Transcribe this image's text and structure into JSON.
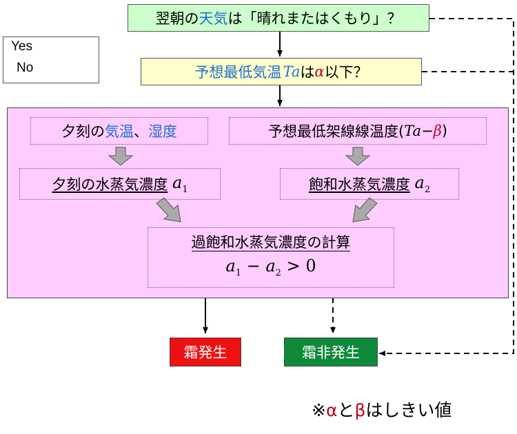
{
  "q1": {
    "prefix": "翌朝の",
    "keyword": "天気",
    "suffix": "は「晴れまたはくもり」？"
  },
  "legend": {
    "yes": "Yes",
    "no": "No"
  },
  "q2": {
    "keyword": "予想最低気温",
    "var": "Ta",
    "mid": "は",
    "alpha": "α",
    "suffix": " 以下？"
  },
  "input_left": {
    "prefix": "夕刻の",
    "w1": "気温",
    "sep": "、",
    "w2": "湿度"
  },
  "input_right": {
    "prefix": "予想最低架線線温度(",
    "var": "Ta",
    "minus": " − ",
    "beta": "β",
    "close": ")"
  },
  "calc_a1": {
    "label": "夕刻の水蒸気濃度",
    "sym": "a",
    "sub": "1"
  },
  "calc_a2": {
    "label": "飽和水蒸気濃度",
    "sym": "a",
    "sub": "2"
  },
  "supersat": {
    "title": "過飽和水蒸気濃度の計算",
    "a": "a",
    "s1": "1",
    "minus": "−",
    "s2": "2",
    "gt": "> 0"
  },
  "outcome_frost": "霜発生",
  "outcome_nofrost": "霜非発生",
  "footnote": {
    "mark": "※",
    "alpha": "α",
    "and": "と",
    "beta": "β",
    "rest": "はしきい値"
  },
  "colors": {
    "q1_fill": "#ccffcc",
    "q2_fill": "#ffffcc",
    "panel_fill": "#ffccff",
    "frost_fill": "#ee1111",
    "nofrost_fill": "#0f8a3a",
    "keyword_blue": "#1f6fd0",
    "greek_red": "#c00020"
  }
}
